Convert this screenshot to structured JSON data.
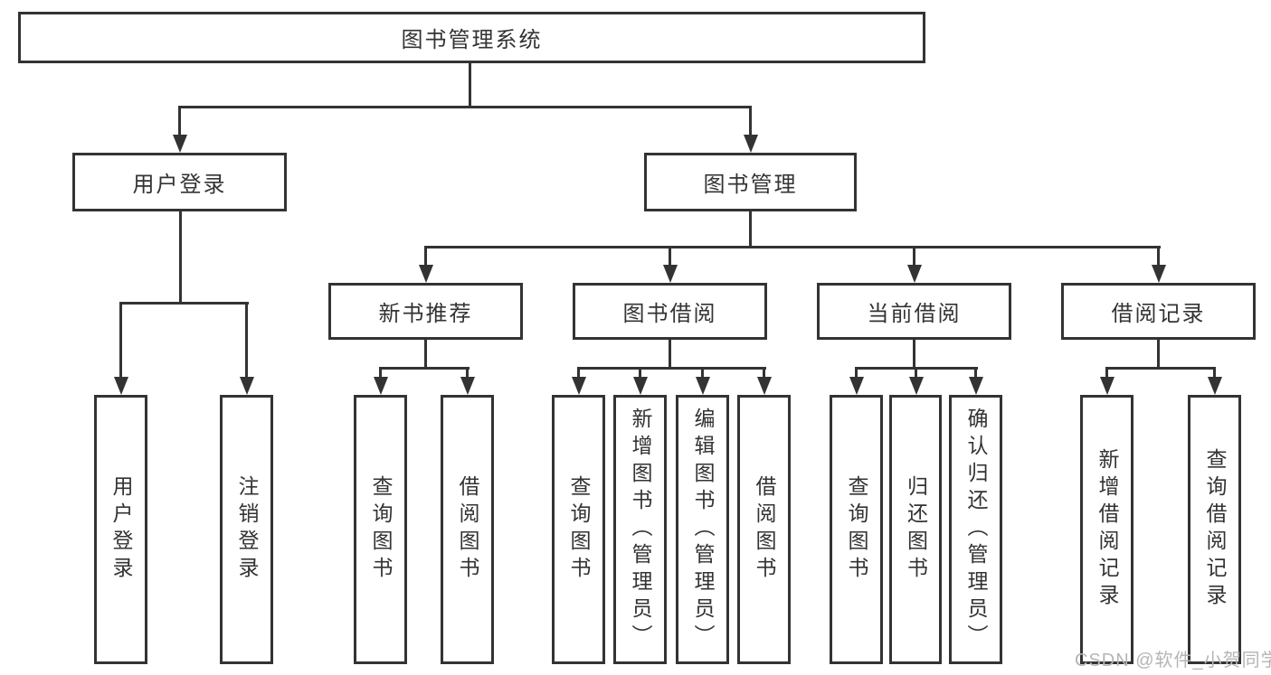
{
  "tree": {
    "root": {
      "label": "图书管理系统"
    },
    "branches": [
      {
        "label": "用户登录",
        "children": [
          {
            "label": "用户登录"
          },
          {
            "label": "注销登录"
          }
        ]
      },
      {
        "label": "图书管理",
        "children": [
          {
            "label": "新书推荐",
            "children": [
              {
                "label": "查询图书"
              },
              {
                "label": "借阅图书"
              }
            ]
          },
          {
            "label": "图书借阅",
            "children": [
              {
                "label": "查询图书"
              },
              {
                "label": "新增图书（管理员）"
              },
              {
                "label": "编辑图书（管理员）"
              },
              {
                "label": "借阅图书"
              }
            ]
          },
          {
            "label": "当前借阅",
            "children": [
              {
                "label": "查询图书"
              },
              {
                "label": "归还图书"
              },
              {
                "label": "确认归还（管理员）"
              }
            ]
          },
          {
            "label": "借阅记录",
            "children": [
              {
                "label": "新增借阅记录"
              },
              {
                "label": "查询借阅记录"
              }
            ]
          }
        ]
      }
    ]
  },
  "watermark": "CSDN @软件_小贺同学",
  "colors": {
    "line": "#333333",
    "text": "#333333",
    "box_background": "#ffffff",
    "page_background": "#ffffff",
    "watermark": "#b5b5b5"
  }
}
